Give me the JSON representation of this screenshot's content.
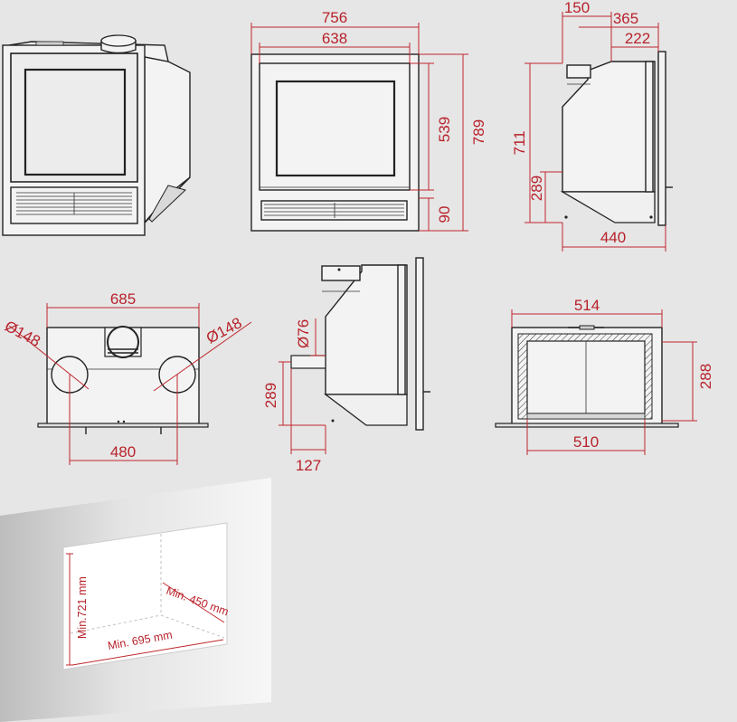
{
  "dimensions": {
    "front": {
      "width_outer": "756",
      "width_inner": "638",
      "height_glass": "539",
      "height_total": "789",
      "height_grille": "90"
    },
    "side": {
      "depth_top": "150",
      "depth_mid": "365",
      "depth_inner": "222",
      "height_total": "711",
      "height_outlet": "289",
      "depth_bottom": "440"
    },
    "top": {
      "width": "685",
      "outlet_spacing": "480",
      "outlet_left_diameter": "148",
      "outlet_right_diameter": "148"
    },
    "side_section": {
      "duct_diameter": "76",
      "height_duct": "289",
      "depth_duct": "127"
    },
    "plan": {
      "width_outer": "514",
      "width_inner": "510",
      "depth": "288"
    },
    "niche": {
      "min_height": "Min.721 mm",
      "min_depth": "Min. 450 mm",
      "min_width": "Min. 695 mm"
    }
  },
  "symbols": {
    "diameter": "Ø"
  },
  "colors": {
    "background": "#e6e6e6",
    "dimension": "#b8222b",
    "line": "#222222"
  }
}
